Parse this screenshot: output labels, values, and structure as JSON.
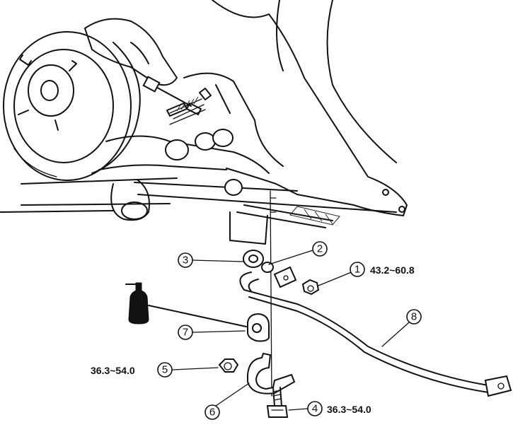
{
  "callouts": [
    {
      "num": "1",
      "torque": "43.2~60.8"
    },
    {
      "num": "2",
      "torque": ""
    },
    {
      "num": "3",
      "torque": ""
    },
    {
      "num": "4",
      "torque": "36.3~54.0"
    },
    {
      "num": "5",
      "torque": "36.3~54.0"
    },
    {
      "num": "6",
      "torque": ""
    },
    {
      "num": "7",
      "torque": ""
    },
    {
      "num": "8",
      "torque": ""
    }
  ]
}
